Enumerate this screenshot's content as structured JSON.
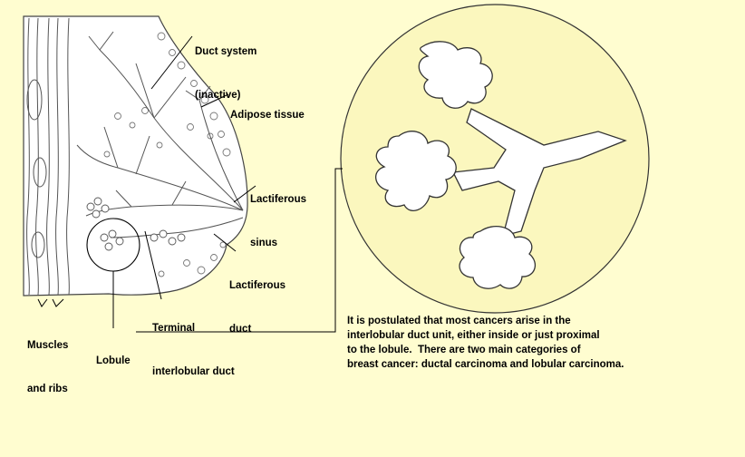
{
  "labels": {
    "duct_system": [
      "Duct system",
      "(inactive)"
    ],
    "adipose": [
      "Adipose tissue"
    ],
    "lactiferous_sinus": [
      "Lactiferous",
      "sinus"
    ],
    "lactiferous_duct": [
      "Lactiferous",
      "duct"
    ],
    "terminal_duct": [
      "Terminal",
      "interlobular duct"
    ],
    "muscles": [
      "Muscles",
      "and ribs"
    ],
    "lobule": [
      "Lobule"
    ]
  },
  "caption": [
    "It is postulated that most cancers arise in the",
    "interlobular duct unit, either inside or just proximal",
    "to the lobule.  There are two main categories of",
    "breast cancer: ductal carcinoma and lobular carcinoma."
  ],
  "colors": {
    "background": "#fffdd0",
    "tissue": "#ffffff",
    "magnified_circle": "#fbf7be",
    "ink": "#333333"
  }
}
